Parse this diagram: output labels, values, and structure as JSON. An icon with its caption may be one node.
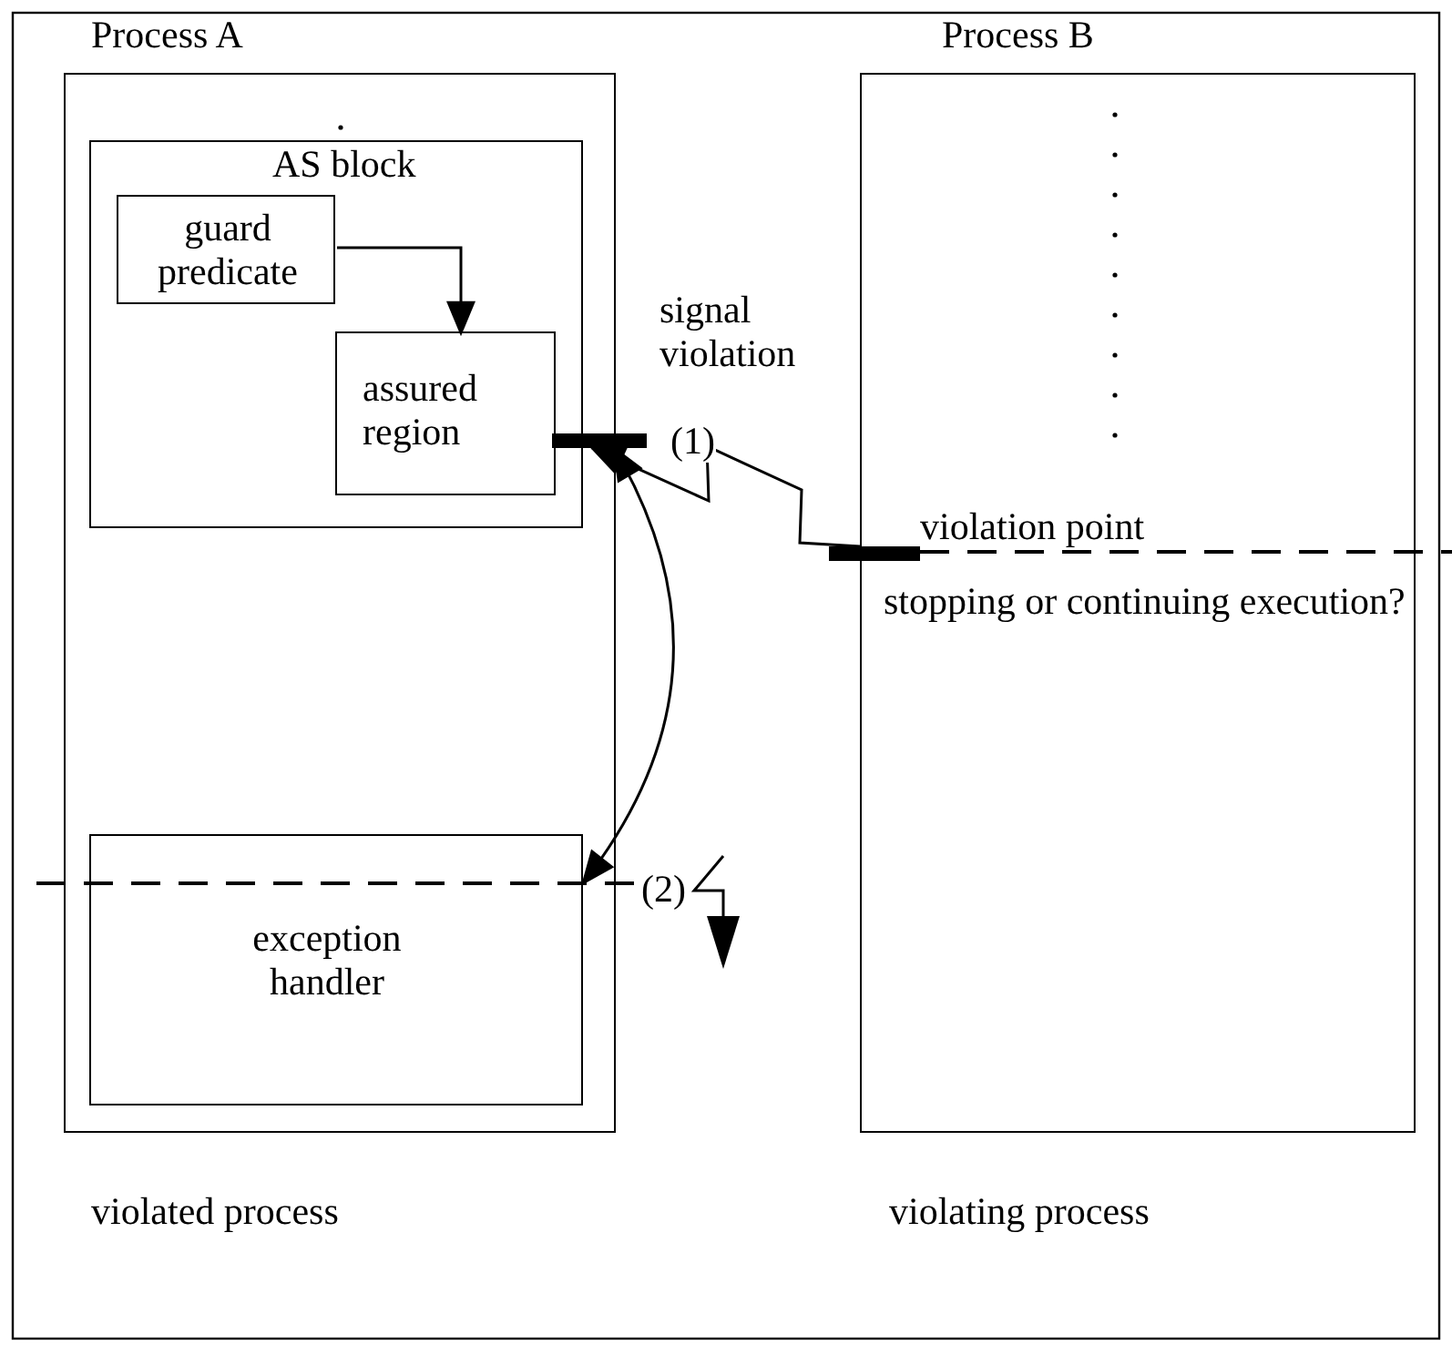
{
  "diagram": {
    "nodes": [
      {
        "text": [
          "Process A"
        ]
      },
      {
        "text": [
          "AS block"
        ],
        "in": 0
      },
      {
        "text": [
          "guard predicate"
        ],
        "in": 1
      },
      {
        "text": [
          "assured region"
        ],
        "in": 1
      },
      {
        "text": [
          "exception handler"
        ],
        "in": 0
      },
      {
        "text": [
          "Process B"
        ]
      },
      {
        "text": [],
        "shape": "bar"
      },
      {
        "text": [],
        "shape": "bar"
      }
    ],
    "edges": [
      {
        "from": 2,
        "to": 3,
        "arrow": "to"
      },
      {
        "from": 7,
        "to": 6,
        "arrow": "to",
        "label": "signal violation"
      },
      {
        "from": 6,
        "to": 4,
        "arrow": "both"
      }
    ],
    "labels": [
      "(1)",
      "violation point",
      "stopping or continuing execution?",
      "(2)",
      "violated process",
      "violating process"
    ]
  }
}
